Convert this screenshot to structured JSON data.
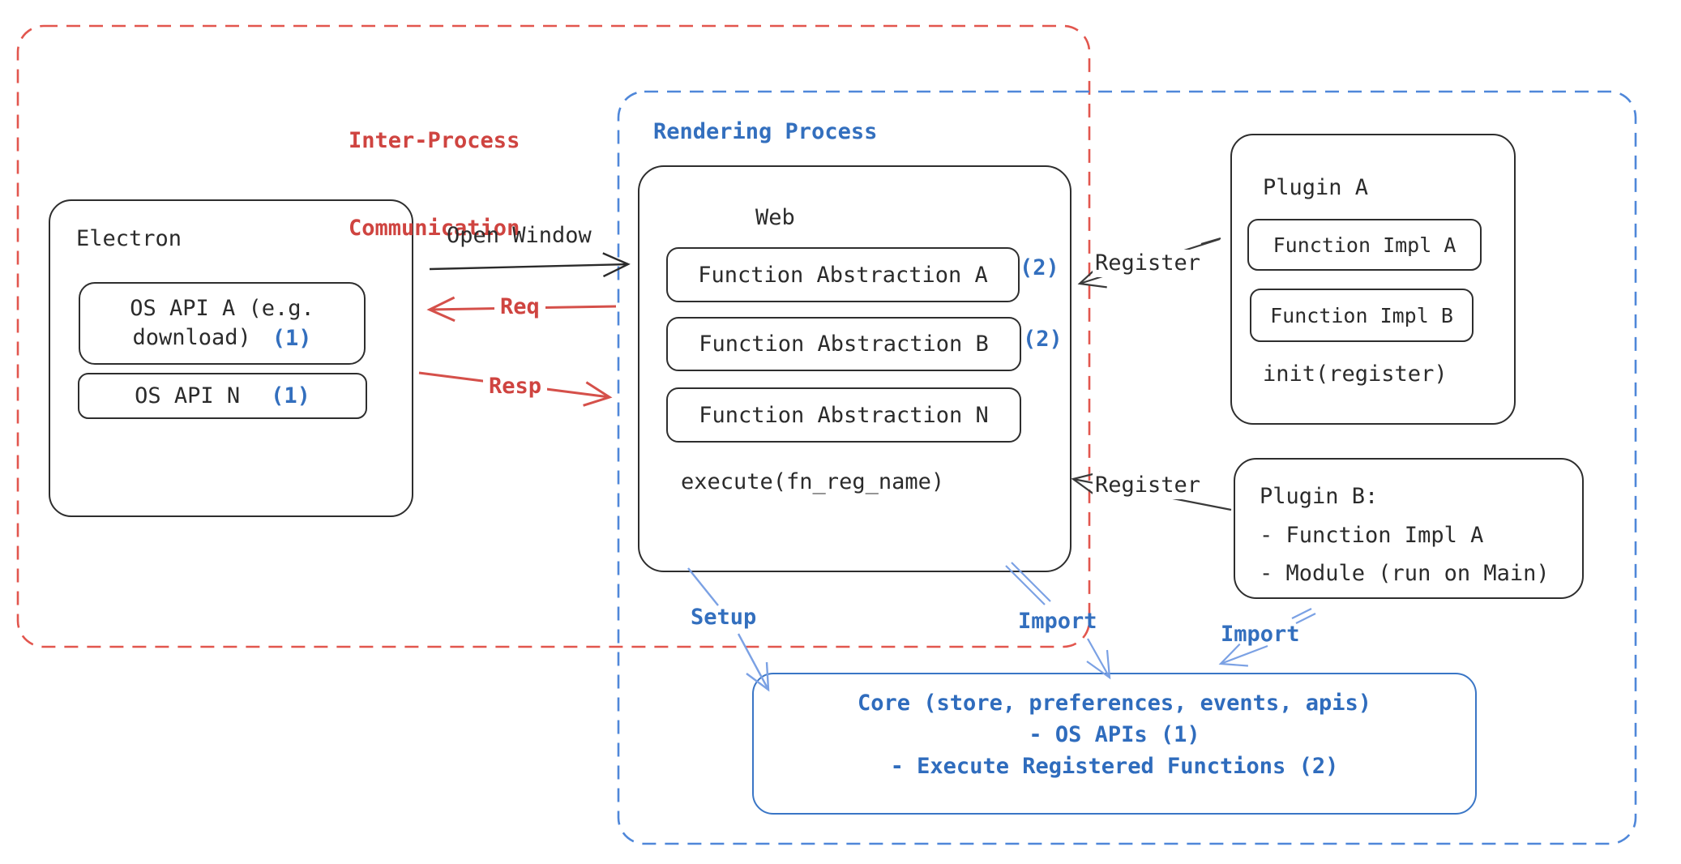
{
  "colors": {
    "ink": "#2b2b2b",
    "red_text": "#cf4440",
    "red_dash": "#e2564e",
    "blue_text": "#336fbe",
    "blue_dash": "#4f87d9",
    "blue_connector": "#7ba1e4"
  },
  "groups": {
    "ipc": {
      "line1": "Inter-Process",
      "line2": "Communication"
    },
    "rendering": {
      "label": "Rendering Process"
    }
  },
  "electron": {
    "title": "Electron",
    "api_a_line1": "OS API A (e.g.",
    "api_a_line2": "download)",
    "api_a_badge": "(1)",
    "api_n_label": "OS API N",
    "api_n_badge": "(1)"
  },
  "connectors": {
    "open_window": "Open Window",
    "req": "Req",
    "resp": "Resp",
    "register_a": "Register",
    "register_b": "Register",
    "setup": "Setup",
    "import_web": "Import",
    "import_plugin": "Import"
  },
  "web": {
    "title": "Web",
    "fa_a": "Function Abstraction A",
    "fa_a_badge": "(2)",
    "fa_b": "Function Abstraction B",
    "fa_b_badge": "(2)",
    "fa_n": "Function Abstraction N",
    "execute": "execute(fn_reg_name)"
  },
  "plugin_a": {
    "title": "Plugin A",
    "impl_a": "Function Impl A",
    "impl_b": "Function Impl B",
    "init": "init(register)"
  },
  "plugin_b": {
    "title": "Plugin B:",
    "item1": "- Function Impl A",
    "item2": "- Module (run on Main)"
  },
  "core": {
    "line1": "Core (store, preferences, events, apis)",
    "line2": "- OS APIs (1)",
    "line3": "- Execute Registered Functions (2)"
  }
}
